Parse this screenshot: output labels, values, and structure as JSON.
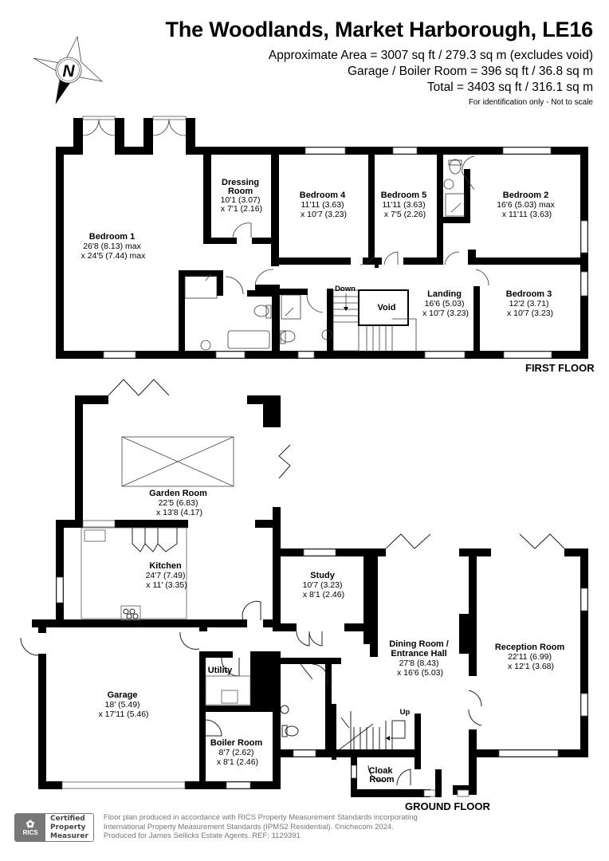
{
  "header": {
    "title": "The Woodlands, Market Harborough, LE16",
    "area_lines": [
      "Approximate Area = 3007 sq ft / 279.3 sq m (excludes void)",
      "Garage / Boiler Room = 396 sq ft / 36.8 sq m",
      "Total = 3403 sq ft / 316.1 sq m"
    ],
    "disclaimer": "For identification only - Not to scale"
  },
  "compass": {
    "label": "N",
    "icon": "compass-north-icon"
  },
  "first_floor": {
    "label": "FIRST FLOOR",
    "rooms": [
      {
        "name": "Bedroom 1",
        "dim1": "26'8 (8.13) max",
        "dim2": "x 24'5 (7.44) max"
      },
      {
        "name": "Dressing",
        "name2": "Room",
        "dim1": "10'1 (3.07)",
        "dim2": "x 7'1 (2.16)"
      },
      {
        "name": "Bedroom 4",
        "dim1": "11'11 (3.63)",
        "dim2": "x 10'7 (3.23)"
      },
      {
        "name": "Bedroom 5",
        "dim1": "11'11 (3.63)",
        "dim2": "x 7'5 (2.26)"
      },
      {
        "name": "Bedroom 2",
        "dim1": "16'6 (5.03) max",
        "dim2": "x 11'11 (3.63)"
      },
      {
        "name": "Landing",
        "dim1": "16'6 (5.03)",
        "dim2": "x 10'7 (3.23)"
      },
      {
        "name": "Bedroom 3",
        "dim1": "12'2 (3.71)",
        "dim2": "x 10'7 (3.23)"
      },
      {
        "name": "Void"
      }
    ],
    "stairs_label": "Down"
  },
  "ground_floor": {
    "label": "GROUND FLOOR",
    "rooms": [
      {
        "name": "Garden Room",
        "dim1": "22'5 (6.83)",
        "dim2": "x 13'8 (4.17)"
      },
      {
        "name": "Kitchen",
        "dim1": "24'7 (7.49)",
        "dim2": "x 11' (3.35)"
      },
      {
        "name": "Study",
        "dim1": "10'7 (3.23)",
        "dim2": "x 8'1 (2.46)"
      },
      {
        "name": "Dining Room /",
        "name2": "Entrance Hall",
        "dim1": "27'8 (8.43)",
        "dim2": "x 16'6 (5.03)"
      },
      {
        "name": "Reception Room",
        "dim1": "22'11 (6.99)",
        "dim2": "x 12'1 (3.68)"
      },
      {
        "name": "Utility"
      },
      {
        "name": "Garage",
        "dim1": "18' (5.49)",
        "dim2": "x 17'11 (5.46)"
      },
      {
        "name": "Boiler Room",
        "dim1": "8'7 (2.62)",
        "dim2": "x 8'1 (2.46)"
      },
      {
        "name": "Cloak",
        "name2": "Room"
      }
    ],
    "stairs_label": "Up"
  },
  "footer": {
    "badge_logo": "RICS",
    "badge_lines": [
      "Certified",
      "Property",
      "Measurer"
    ],
    "lines": [
      "Floor plan produced in accordance with RICS Property Measurement Standards incorporating",
      "International Property Measurement Standards (IPMS2 Residential).   ©nichecom 2024.",
      "Produced for James Sellicks Estate Agents.   REF: 1129391"
    ]
  }
}
